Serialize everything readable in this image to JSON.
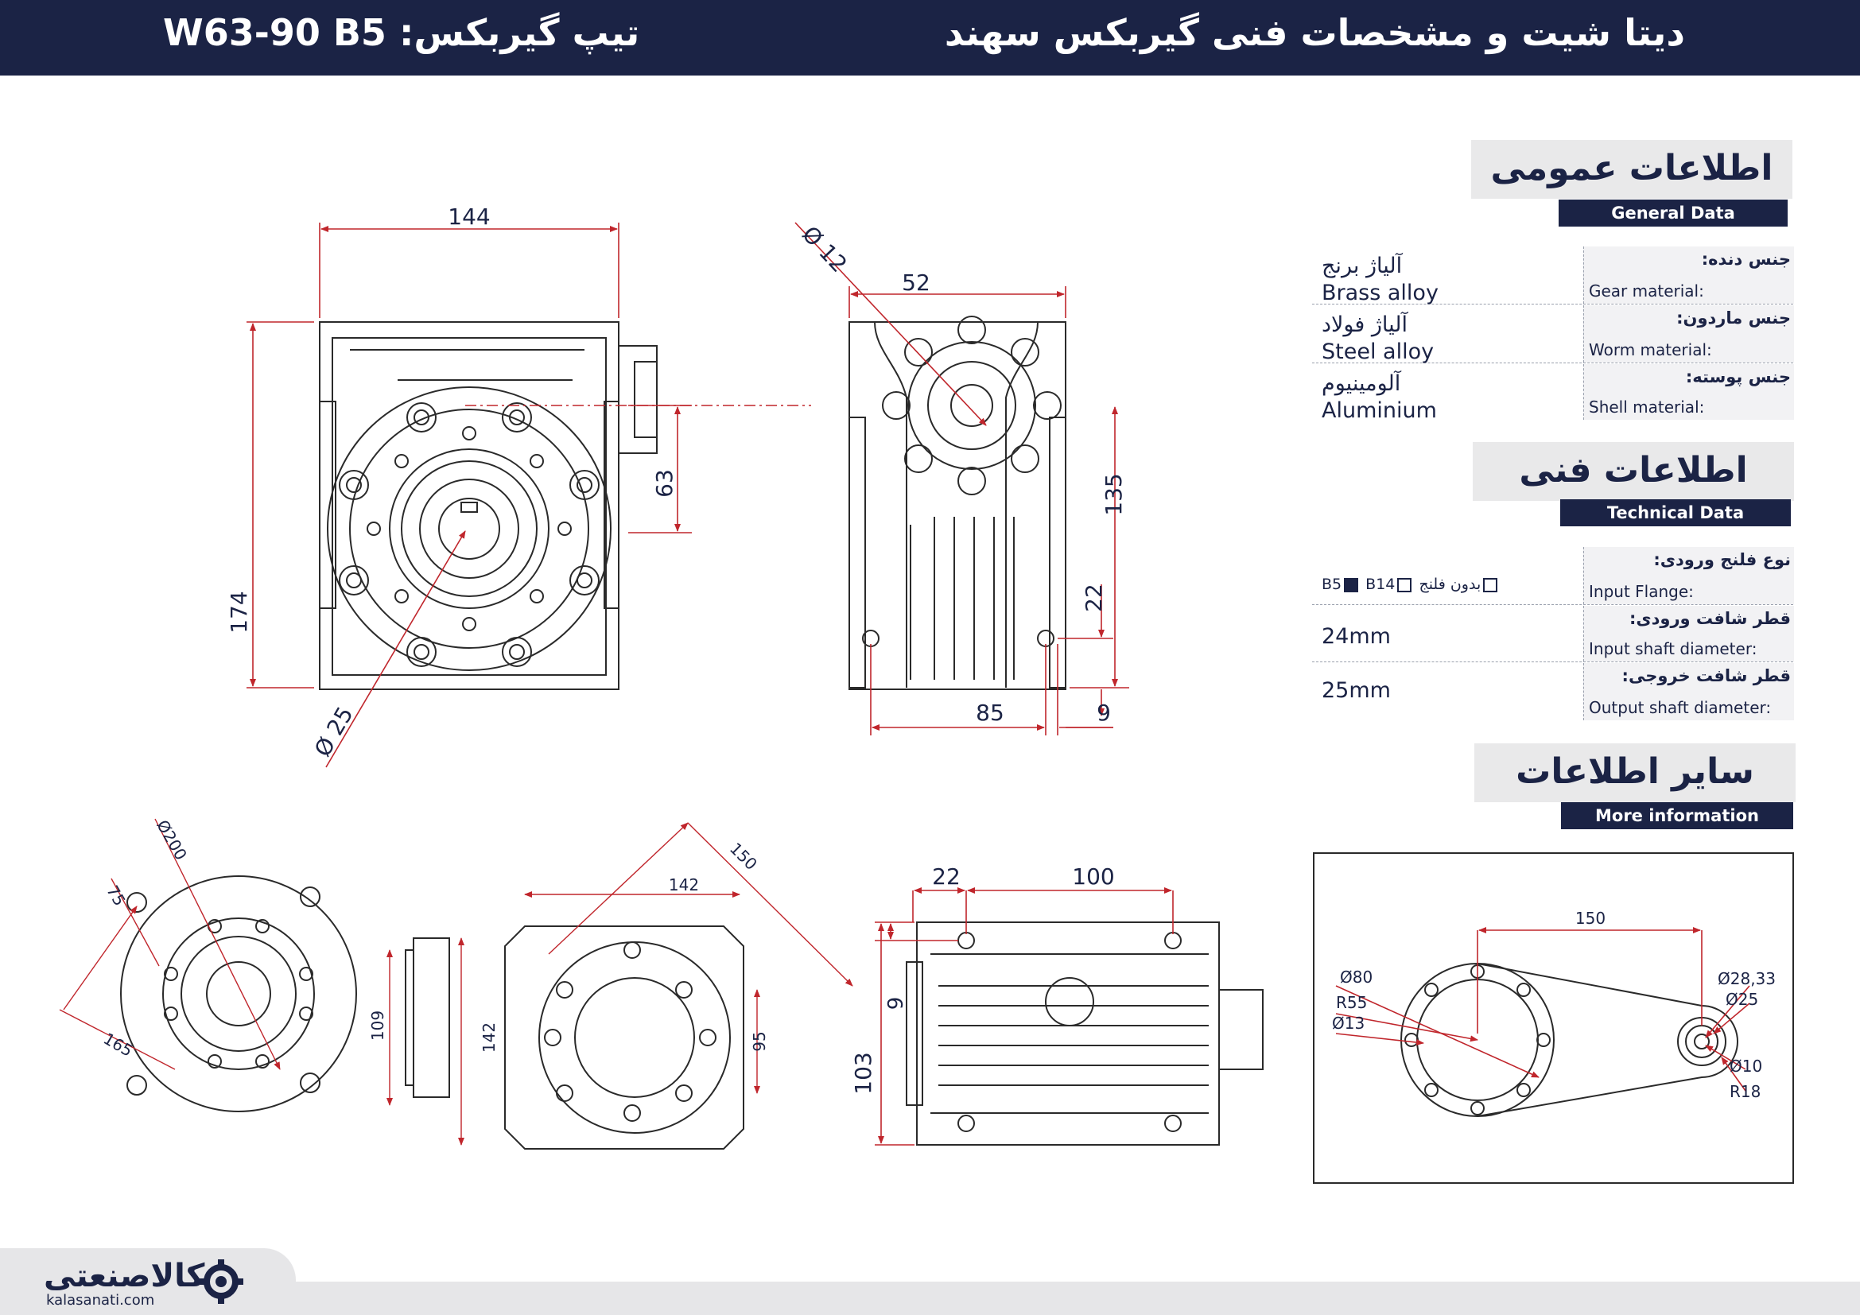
{
  "header": {
    "title": "دیتا شیت و مشخصات فنی گیربکس سهند",
    "type_label": "تیپ گیربکس: W63-90 B5"
  },
  "general": {
    "title": "اطلاعات عمومی",
    "subtitle": "General Data",
    "rows": [
      {
        "label_fa": "جنس دنده:",
        "label_en": "Gear material:",
        "value_fa": "آلیاژ برنج",
        "value_en": "Brass alloy"
      },
      {
        "label_fa": "جنس ماردون:",
        "label_en": "Worm material:",
        "value_fa": "آلیاژ فولاد",
        "value_en": "Steel alloy"
      },
      {
        "label_fa": "جنس پوسته:",
        "label_en": "Shell material:",
        "value_fa": "آلومینیوم",
        "value_en": "Aluminium"
      }
    ]
  },
  "technical": {
    "title": "اطلاعات فنی",
    "subtitle": "Technical Data",
    "rows": [
      {
        "label_fa": "نوع فلنج ورودی:",
        "label_en": "Input Flange:",
        "value": ""
      },
      {
        "label_fa": "قطر شافت ورودی:",
        "label_en": "Input shaft diameter:",
        "value": "24mm"
      },
      {
        "label_fa": "قطر شافت خروجی:",
        "label_en": "Output shaft diameter:",
        "value": "25mm"
      }
    ],
    "flange_options": {
      "b5": "B5",
      "b14": "B14",
      "none": "بدون فلنج"
    }
  },
  "more": {
    "title": "سایر اطلاعات",
    "subtitle": "More information"
  },
  "dimensions": {
    "front": {
      "width": "144",
      "height": "174",
      "center": "63",
      "bore": "Ø 25"
    },
    "side": {
      "shaft": "Ø 12",
      "flange": "52",
      "height": "135",
      "foot": "22",
      "base": "85",
      "offset": "9"
    },
    "flange": {
      "d200": "Ø200",
      "d75": "75",
      "d165": "165"
    },
    "flange_side": {
      "h109": "109",
      "h142": "142"
    },
    "square": {
      "w142": "142",
      "diag150": "150",
      "h95": "95"
    },
    "bottom": {
      "d22": "22",
      "d100": "100",
      "h9": "9",
      "h103": "103"
    },
    "arm": {
      "len": "150",
      "d80": "Ø80",
      "r55": "R55",
      "d13": "Ø13",
      "d2833": "Ø28,33",
      "d25": "Ø25",
      "d10": "Ø10",
      "r18": "R18"
    }
  },
  "logo": {
    "name": "کالاصنعتی",
    "url": "kalasanati.com"
  },
  "colors": {
    "navy": "#1b2345",
    "dim_red": "#c0262c",
    "panel": "#e9e9ea"
  }
}
